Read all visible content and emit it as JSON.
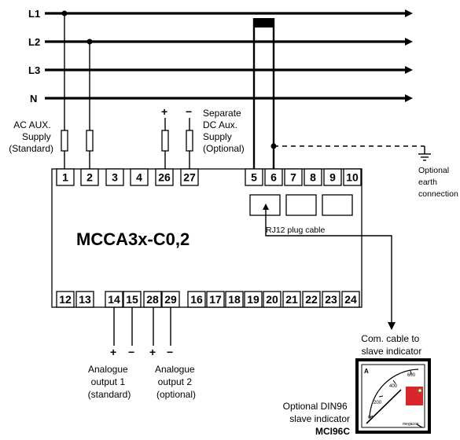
{
  "buses": {
    "l1": "L1",
    "l2": "L2",
    "l3": "L3",
    "n": "N"
  },
  "labels": {
    "ac_aux": [
      "AC AUX.",
      "Supply",
      "(Standard)"
    ],
    "dc_aux": [
      "Separate",
      "DC Aux.",
      "Supply",
      "(Optional)"
    ],
    "dc_plus": "+",
    "dc_minus": "−",
    "earth": [
      "Optional",
      "earth",
      "connection"
    ],
    "rj12": "RJ12 plug cable",
    "model": "MCCA3x-C0,2",
    "com_cable": [
      "Com. cable to",
      "slave indicator"
    ],
    "out1": [
      "Analogue",
      "output 1",
      "(standard)"
    ],
    "out2": [
      "Analogue",
      "output 2",
      "(optional)"
    ],
    "out_plus": "+",
    "out_minus": "−",
    "slave": [
      "Optional DIN96",
      "slave indicator"
    ],
    "slave_model": "MCI96C"
  },
  "top_terminals": [
    "1",
    "2",
    "3",
    "4",
    "26",
    "27",
    "5",
    "6",
    "7",
    "8",
    "9",
    "10"
  ],
  "bottom_terminals": [
    "12",
    "13",
    "14",
    "15",
    "28",
    "29",
    "16",
    "17",
    "18",
    "19",
    "20",
    "21",
    "22",
    "23",
    "24"
  ],
  "meter": {
    "unit": "A",
    "scale_labels": [
      "0",
      "200",
      "400",
      "600"
    ],
    "brand": "megacon",
    "accent": "#d9262b",
    "status_green": "#3aa935"
  }
}
